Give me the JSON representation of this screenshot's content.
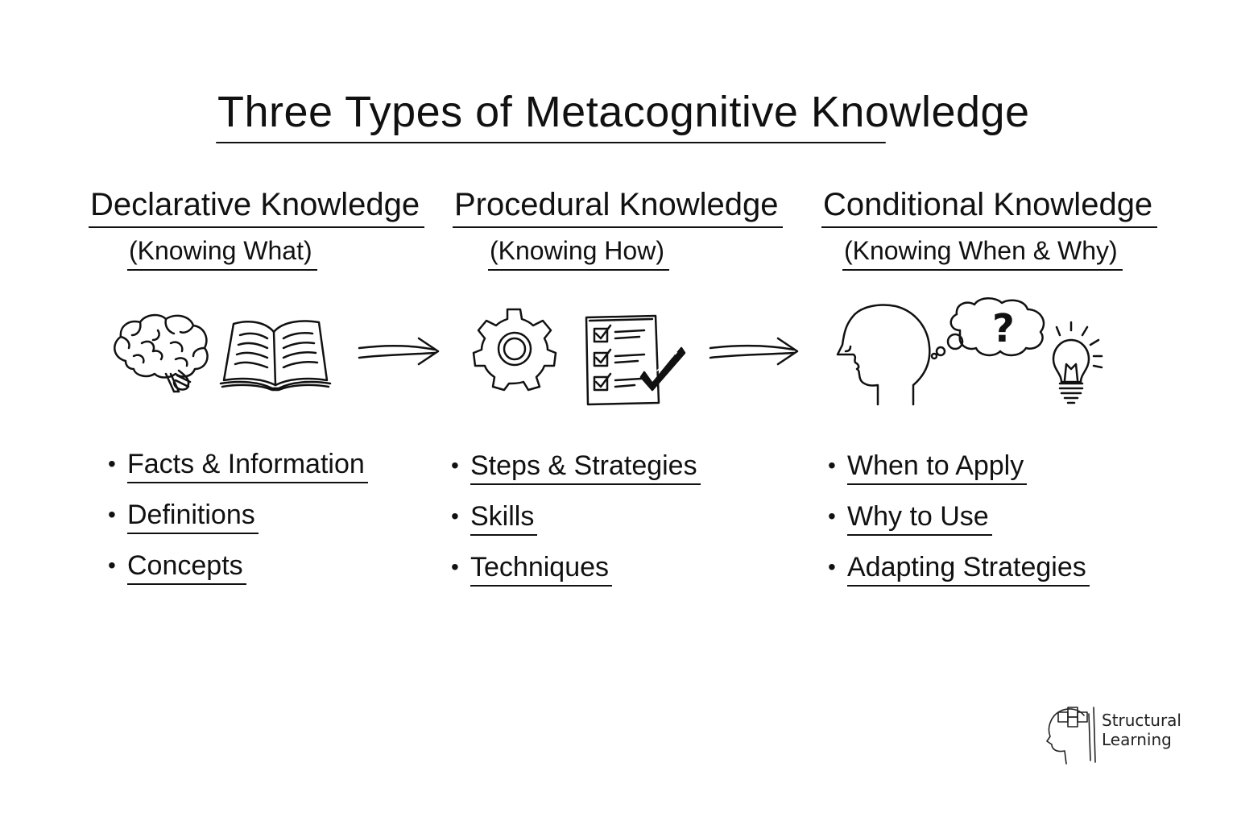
{
  "title": "Three Types of Metacognitive Knowledge",
  "columns": [
    {
      "heading": "Declarative Knowledge",
      "subheading": "(Knowing What)",
      "icons": [
        "brain-icon",
        "open-book-icon"
      ],
      "items": [
        "Facts & Information",
        "Definitions",
        "Concepts"
      ]
    },
    {
      "heading": "Procedural Knowledge",
      "subheading": "(Knowing How)",
      "icons": [
        "gear-icon",
        "checklist-icon"
      ],
      "items": [
        "Steps & Strategies",
        "Skills",
        "Techniques"
      ]
    },
    {
      "heading": "Conditional Knowledge",
      "subheading": "(Knowing When & Why)",
      "icons": [
        "head-profile-icon",
        "thought-bubble-question-icon",
        "lightbulb-icon"
      ],
      "items": [
        "When to Apply",
        "Why to Use",
        "Adapting Strategies"
      ]
    }
  ],
  "arrows": [
    "arrow-right-icon",
    "arrow-right-icon"
  ],
  "logo": {
    "line1": "Structural",
    "line2": "Learning",
    "icon": "head-puzzle-logo-icon"
  }
}
